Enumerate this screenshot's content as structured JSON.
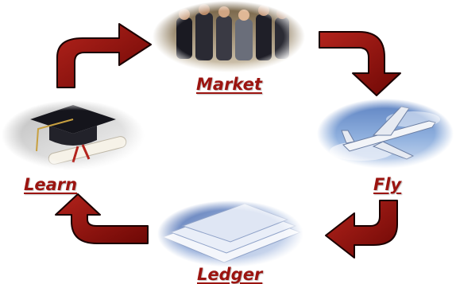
{
  "cycle": {
    "nodes": [
      {
        "id": "market",
        "label": "Market",
        "image": "business-people"
      },
      {
        "id": "fly",
        "label": "Fly",
        "image": "airplane-in-sky"
      },
      {
        "id": "ledger",
        "label": "Ledger",
        "image": "paper-sheets"
      },
      {
        "id": "learn",
        "label": "Learn",
        "image": "graduation-cap-and-diploma"
      }
    ],
    "flow": "clockwise"
  },
  "colors": {
    "label": "#9b1410",
    "arrow": "#8e0f0c",
    "arrow_outline": "#1a0000"
  }
}
